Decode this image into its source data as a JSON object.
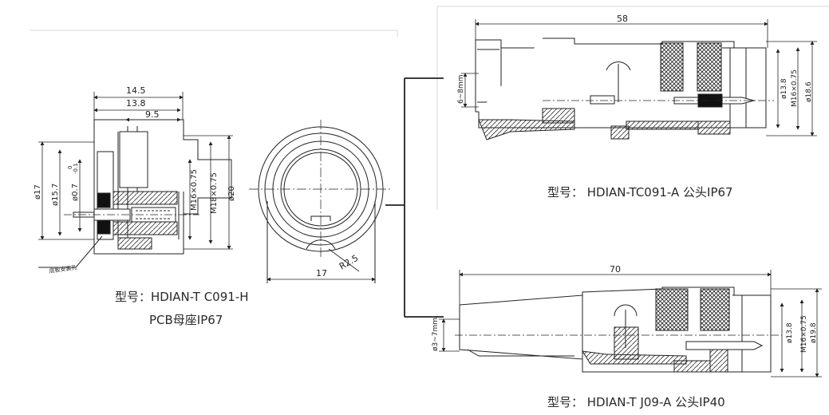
{
  "views": {
    "pcb_socket": {
      "dims": {
        "d145": "14.5",
        "d138": "13.8",
        "d95": "9.5",
        "phi17": "ø17",
        "phi157": "ø15.7",
        "phi07": "ø0.7",
        "tol_up": "0",
        "tol_dn": "-0.1",
        "m16": "M16×0.75",
        "m18": "M18×0.75",
        "phi20": "ø20",
        "note": "底板安装孔"
      },
      "caption_line1": "型号：HDIAN-T C091-H",
      "caption_line2": "PCB母座IP67"
    },
    "front": {
      "dims": {
        "w17": "17",
        "r25": "R2.5"
      }
    },
    "male_ip67": {
      "dims": {
        "l58": "58",
        "cable": "6~8mm",
        "phi138": "ø13.8",
        "m16": "M16×0.75",
        "phi186": "ø18.6"
      },
      "caption": "型号： HDIAN-TC091-A 公头IP67"
    },
    "male_ip40": {
      "dims": {
        "l70": "70",
        "cable": "ø3~7mm",
        "phi138": "ø13.8",
        "m16": "M16×0.75",
        "phi198": "ø19.8"
      },
      "caption": "型号： HDIAN-T J09-A 公头IP40"
    }
  }
}
